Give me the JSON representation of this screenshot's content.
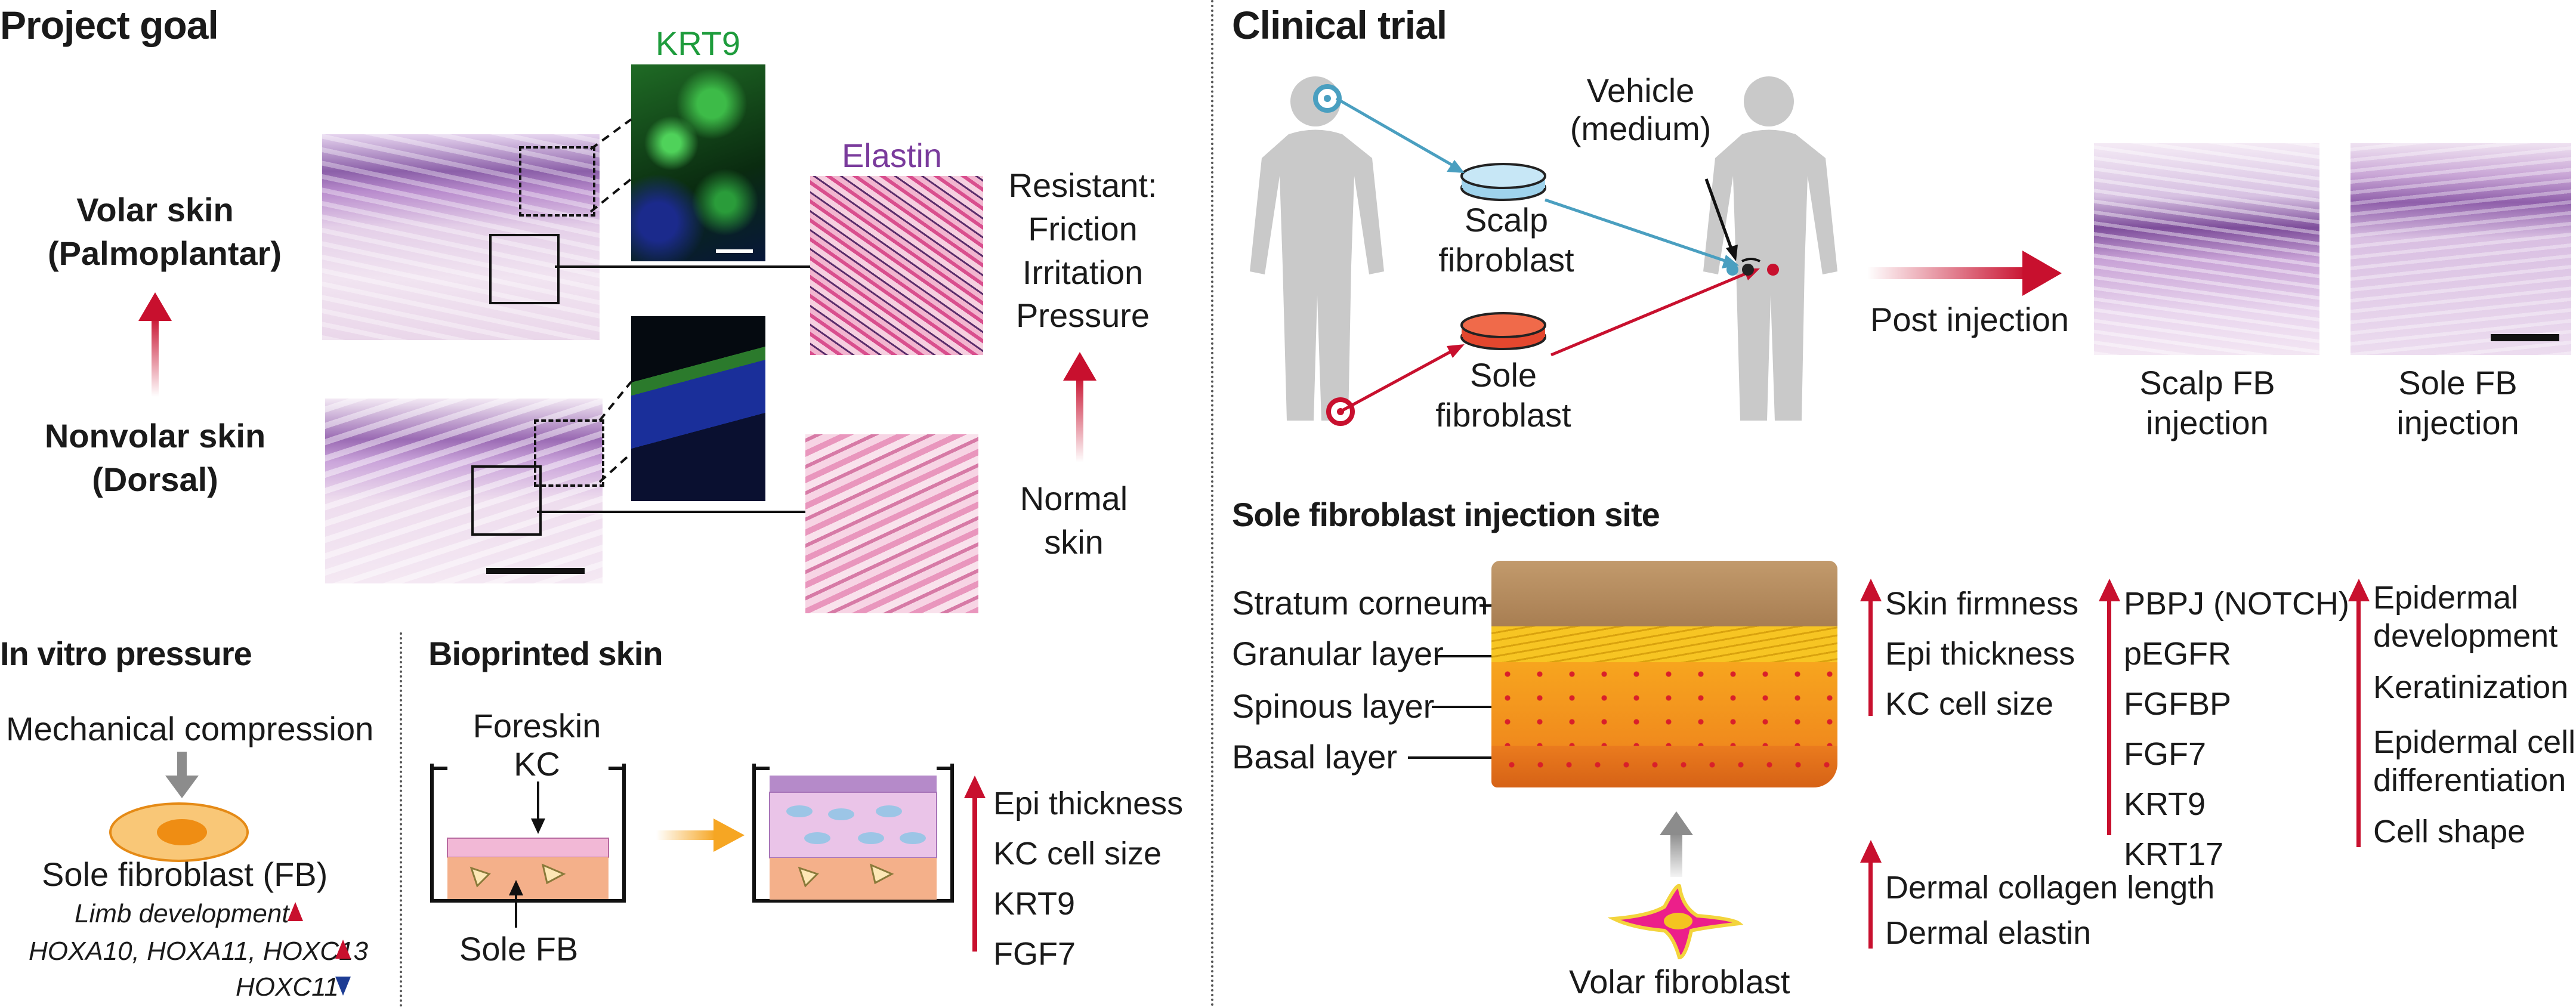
{
  "project_goal": {
    "title": "Project goal",
    "volar_label": "Volar skin\n(Palmoplantar)",
    "nonvolar_label": "Nonvolar skin\n(Dorsal)",
    "krt9_label": "KRT9",
    "elastin_label": "Elastin",
    "resistant_label": "Resistant:\nFriction\nIrritation\nPressure",
    "normal_label": "Normal\nskin"
  },
  "in_vitro": {
    "title": "In vitro pressure",
    "compression": "Mechanical compression",
    "fibroblast": "Sole fibroblast (FB)",
    "limb": "Limb development",
    "hox_up": "HOXA10, HOXA11, HOXC13",
    "hox_down": "HOXC11"
  },
  "bioprinted": {
    "title": "Bioprinted skin",
    "foreskin": "Foreskin\nKC",
    "sole_fb": "Sole FB",
    "results": [
      "Epi thickness",
      "KC cell size",
      "KRT9",
      "FGF7"
    ]
  },
  "clinical": {
    "title": "Clinical trial",
    "vehicle": "Vehicle\n(medium)",
    "scalp": "Scalp\nfibroblast",
    "sole": "Sole\nfibroblast",
    "post": "Post injection",
    "scalp_inj": "Scalp FB\ninjection",
    "sole_inj": "Sole FB\ninjection"
  },
  "injection_site": {
    "title": "Sole fibroblast injection site",
    "layers": [
      "Stratum corneum",
      "Granular layer",
      "Spinous layer",
      "Basal layer"
    ],
    "volar": "Volar fibroblast",
    "col1": [
      "Skin firmness",
      "Epi thickness",
      "KC cell size"
    ],
    "col2": [
      "PBPJ (NOTCH)",
      "pEGFR",
      "FGFBP",
      "FGF7",
      "KRT9",
      "KRT17"
    ],
    "col3": [
      "Epidermal\ndevelopment",
      "Keratinization",
      "Epidermal cell\ndifferentiation",
      "Cell shape"
    ],
    "dermal": [
      "Dermal collagen length",
      "Dermal elastin"
    ]
  },
  "colors": {
    "red_arrow": "#c8102e",
    "gray_arrow": "#8c8c8c",
    "orange_arrow": "#f6a623",
    "blue_line": "#4a9fc0",
    "green_label": "#1e9c3c",
    "purple_label": "#7a3b9c"
  }
}
